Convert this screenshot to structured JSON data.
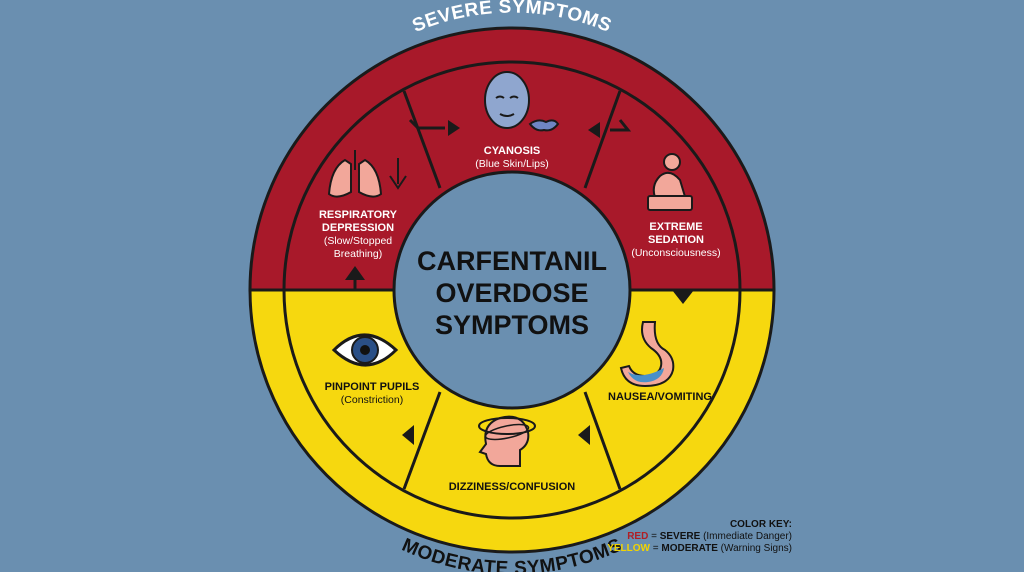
{
  "title_lines": [
    "CARFENTANIL",
    "OVERDOSE",
    "SYMPTOMS"
  ],
  "bands": {
    "severe_label": "SEVERE SYMPTOMS",
    "moderate_label": "MODERATE SYMPTOMS"
  },
  "colors": {
    "background": "#6a8fb0",
    "severe": "#a8192a",
    "moderate": "#f6d80f",
    "center": "#6a8fb0",
    "outline": "#1a1a1a"
  },
  "symptoms": [
    {
      "title": "CYANOSIS",
      "subtitle": "(Blue Skin/Lips)",
      "severity": "severe",
      "icon": "blue-face-icon"
    },
    {
      "title": "EXTREME SEDATION",
      "subtitle": "(Unconsciousness)",
      "severity": "severe",
      "icon": "slumped-person-icon"
    },
    {
      "title": "NAUSEA/VOMITING",
      "subtitle": "",
      "severity": "moderate",
      "icon": "stomach-icon"
    },
    {
      "title": "DIZZINESS/CONFUSION",
      "subtitle": "",
      "severity": "moderate",
      "icon": "dizzy-head-icon"
    },
    {
      "title": "PINPOINT PUPILS",
      "subtitle": "(Constriction)",
      "severity": "moderate",
      "icon": "eye-icon"
    },
    {
      "title": "RESPIRATORY DEPRESSION",
      "subtitle": "(Slow/Stopped Breathing)",
      "severity": "severe",
      "icon": "lungs-icon"
    }
  ],
  "color_key": {
    "title": "COLOR KEY:",
    "red_word": "RED",
    "red_eq": " = ",
    "red_level": "SEVERE",
    "red_desc": " (Immediate Danger)",
    "yellow_word": "YELLOW",
    "yellow_eq": " = ",
    "yellow_level": "MODERATE",
    "yellow_desc": " (Warning Signs)"
  }
}
